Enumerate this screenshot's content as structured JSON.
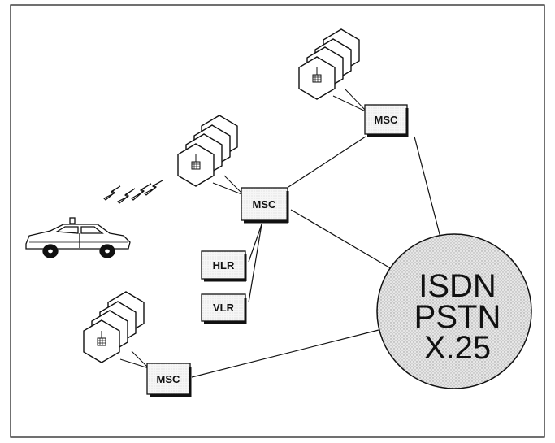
{
  "nodes": {
    "msc_top": "MSC",
    "msc_mid": "MSC",
    "msc_bottom": "MSC",
    "hlr": "HLR",
    "vlr": "VLR"
  },
  "network_cloud": {
    "line1": "ISDN",
    "line2": "PSTN",
    "line3": "X.25"
  },
  "colors": {
    "stroke": "#111111",
    "box_fill": "#f4f4f4",
    "cloud_fill": "#e3e3e3",
    "cell_fill": "#ffffff"
  }
}
